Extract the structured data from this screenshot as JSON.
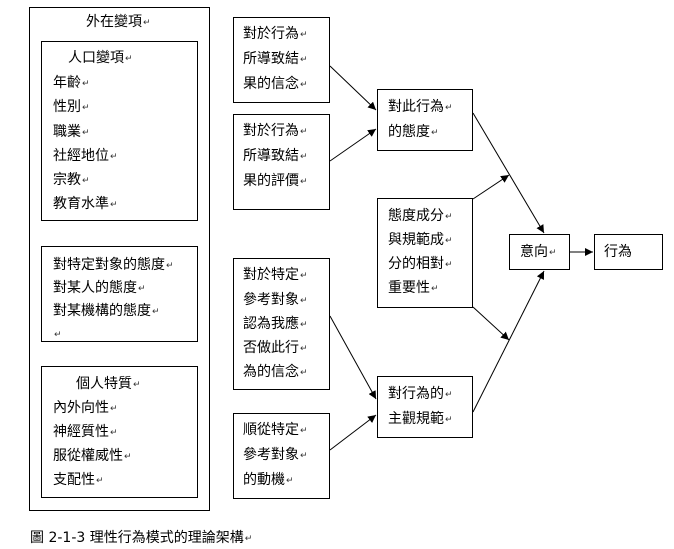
{
  "external_variables": {
    "title": "外在變項",
    "demographic": {
      "heading": "人口變項",
      "items": [
        "年齡",
        "性別",
        "職業",
        "社經地位",
        "宗教",
        "教育水準"
      ]
    },
    "attitudes": {
      "items": [
        "對特定對象的態度",
        "對某人的態度",
        "對某機構的態度"
      ]
    },
    "personality": {
      "heading": "個人特質",
      "items": [
        "內外向性",
        "神經質性",
        "服從權威性",
        "支配性"
      ]
    }
  },
  "beliefs": {
    "outcome_belief": [
      "對於行為",
      "所導致結",
      "果的信念"
    ],
    "outcome_evaluation": [
      "對於行為",
      "所導致結",
      "果的評價"
    ],
    "normative_belief": [
      "對於特定",
      "參考對象",
      "認為我應",
      "否做此行",
      "為的信念"
    ],
    "motivation_to_comply": [
      "順從特定",
      "參考對象",
      "的動機"
    ]
  },
  "components": {
    "attitude_toward_behavior": [
      "對此行為",
      "的態度"
    ],
    "relative_importance": [
      "態度成分",
      "與規範成",
      "分的相對",
      "重要性"
    ],
    "subjective_norm": [
      "對行為的",
      "主觀規範"
    ]
  },
  "outcome": {
    "intention": "意向",
    "behavior": "行為"
  },
  "caption": "圖 2-1-3  理性行為模式的理論架構",
  "paragraph_mark": "↵"
}
